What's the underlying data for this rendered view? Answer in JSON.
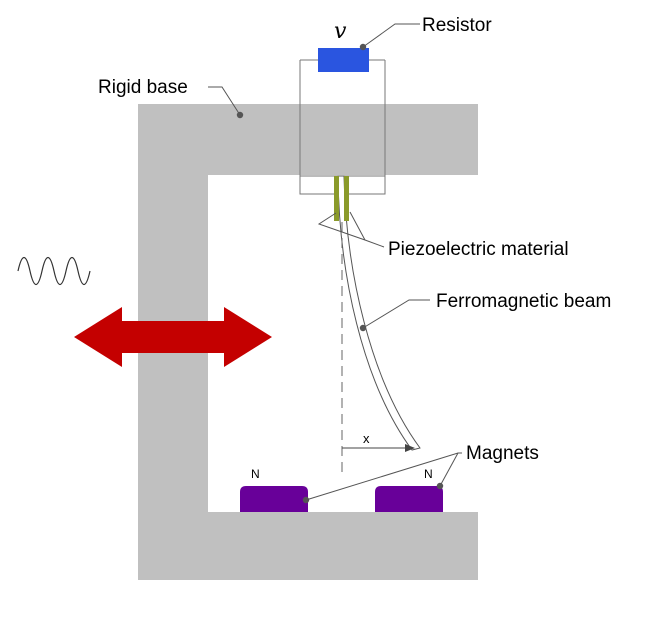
{
  "diagram": {
    "labels": {
      "resistor": "Resistor",
      "rigid_base": "Rigid base",
      "piezo": "Piezoelectric material",
      "beam": "Ferromagnetic beam",
      "magnets": "Magnets"
    },
    "voltage_symbol": "v",
    "displacement_symbol": "x",
    "magnet_pole_left": "N",
    "magnet_pole_right": "N",
    "icons": {
      "excitation": "sine-wave-icon",
      "motion": "double-headed-arrow-icon"
    },
    "colors": {
      "base": "#c0c0c0",
      "resistor": "#2a55e0",
      "magnet": "#680099",
      "piezo": "#8a9a2a",
      "arrow": "#c40000",
      "leader": "#444444"
    }
  }
}
